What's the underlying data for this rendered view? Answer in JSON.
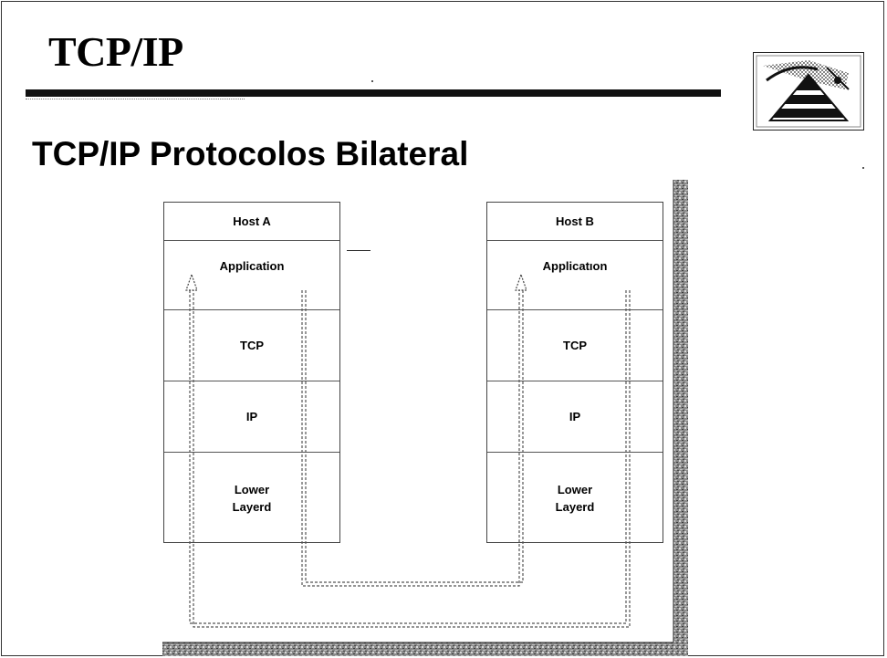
{
  "slide": {
    "title": "TCP/IP",
    "subtitle": "TCP/IP Protocolos Bilateral"
  },
  "diagram": {
    "host_a": {
      "label": "Host A",
      "layers": [
        "Application",
        "TCP",
        "IP",
        "Lower\nLayerd"
      ]
    },
    "host_b": {
      "label": "Host B",
      "layers": [
        "Applicatıon",
        "TCP",
        "IP",
        "Lower\nLayerd"
      ]
    }
  },
  "colors": {
    "text": "#000000",
    "rule": "#111111",
    "frame_texture": "#7a7a7a",
    "signal_path": "#555555"
  },
  "icons": [
    "pyramid-logo-icon"
  ]
}
